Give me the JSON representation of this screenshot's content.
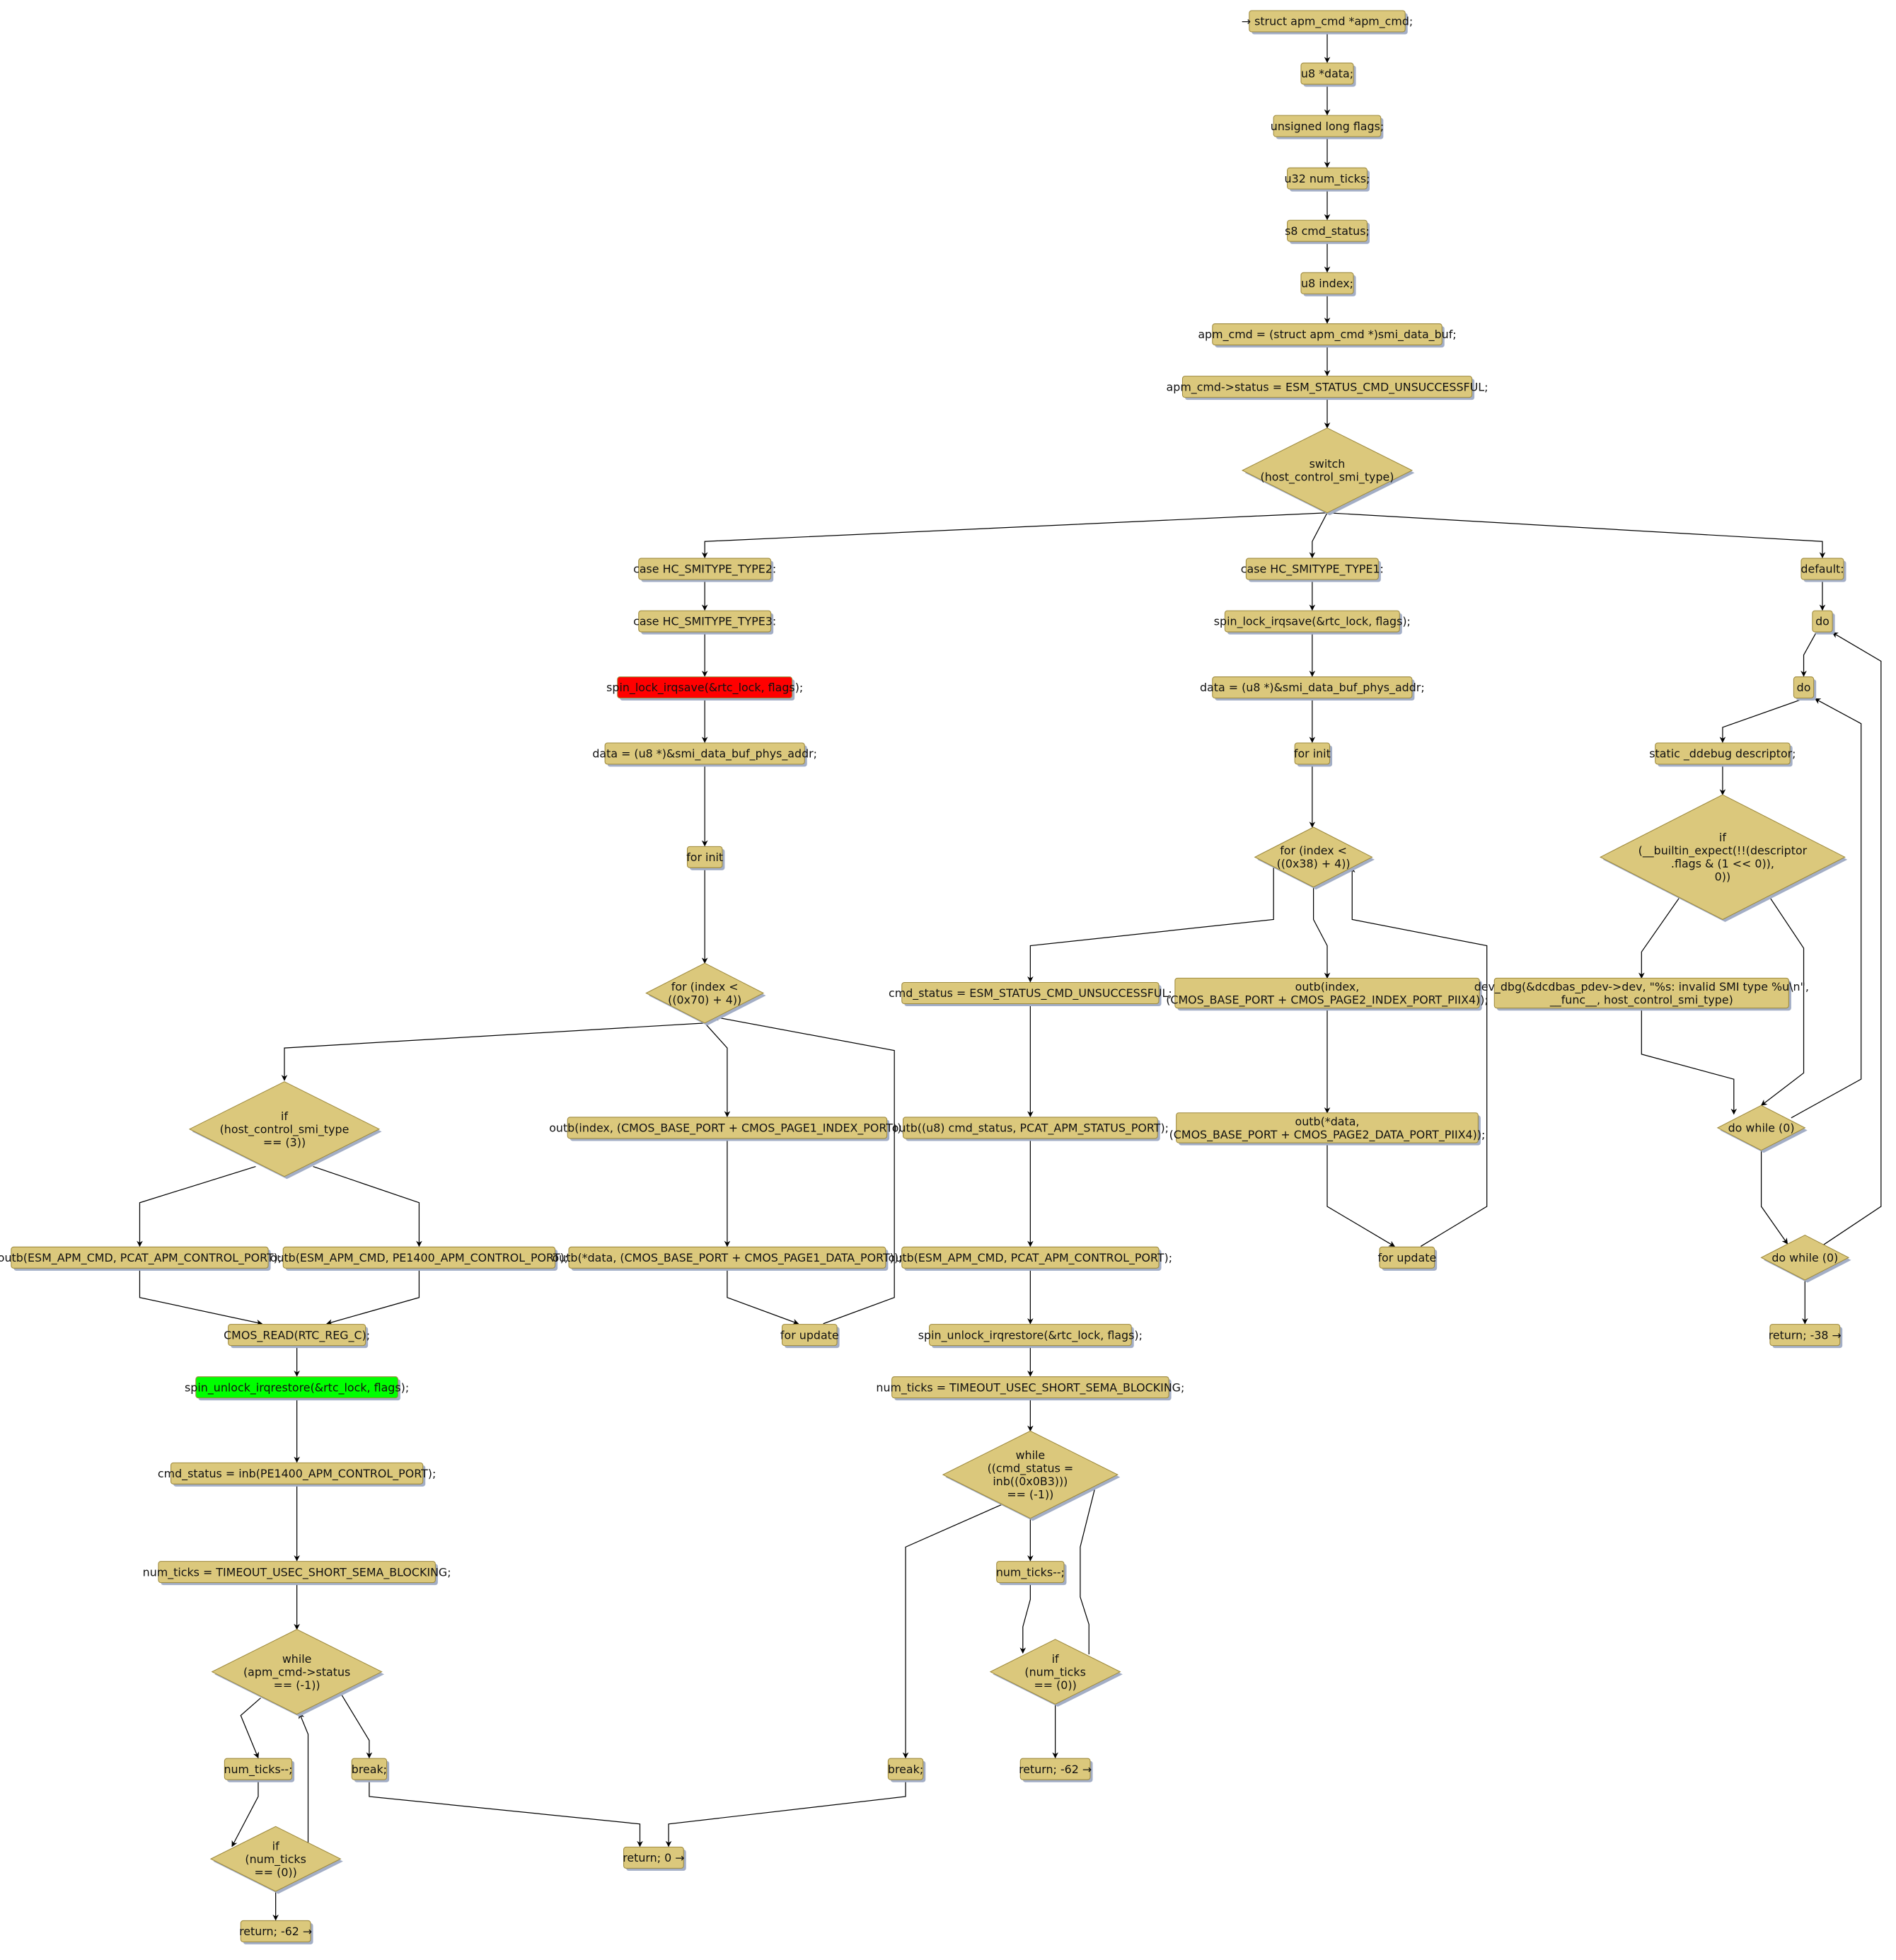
{
  "colors": {
    "node_fill": "#DBC87C",
    "node_stroke": "#9E8A3E",
    "shadow": "#A3AEC6",
    "highlight_red": "#FF0000",
    "highlight_green": "#00FF00"
  },
  "nodes": {
    "n1": [
      "→ struct apm_cmd *apm_cmd;"
    ],
    "n2": [
      "u8 *data;"
    ],
    "n3": [
      "unsigned long flags;"
    ],
    "n4": [
      "u32 num_ticks;"
    ],
    "n5": [
      "s8 cmd_status;"
    ],
    "n6": [
      "u8 index;"
    ],
    "n7": [
      "apm_cmd = (struct apm_cmd *)smi_data_buf;"
    ],
    "n8": [
      "apm_cmd->status = ESM_STATUS_CMD_UNSUCCESSFUL;"
    ],
    "sw": [
      "switch",
      "(host_control_smi_type)"
    ],
    "l1": [
      "case HC_SMITYPE_TYPE2:"
    ],
    "l2": [
      "case HC_SMITYPE_TYPE3:"
    ],
    "l3": [
      "spin_lock_irqsave(&rtc_lock, flags);"
    ],
    "l4": [
      "data = (u8 *)&smi_data_buf_phys_addr;"
    ],
    "l5": [
      "for init"
    ],
    "lfor": [
      "for (index <",
      "((0x70) + 4))"
    ],
    "lif": [
      "if",
      "(host_control_smi_type",
      "== (3))"
    ],
    "lo1": [
      "outb(ESM_APM_CMD, PCAT_APM_CONTROL_PORT);"
    ],
    "lo2": [
      "outb(ESM_APM_CMD, PE1400_APM_CONTROL_PORT);"
    ],
    "lcm": [
      "CMOS_READ(RTC_REG_C);"
    ],
    "lun": [
      "spin_unlock_irqrestore(&rtc_lock, flags);"
    ],
    "lcs": [
      "cmd_status = inb(PE1400_APM_CONTROL_PORT);"
    ],
    "lnt": [
      "num_ticks = TIMEOUT_USEC_SHORT_SEMA_BLOCKING;"
    ],
    "lwh": [
      "while",
      "(apm_cmd->status",
      "== (-1))"
    ],
    "ldec": [
      "num_ticks--;"
    ],
    "lbr": [
      "break;"
    ],
    "lif2": [
      "if",
      "(num_ticks",
      "== (0))"
    ],
    "lret": [
      "return; -62 →"
    ],
    "ret0": [
      "return; 0 →"
    ],
    "lb1": [
      "outb(index, (CMOS_BASE_PORT + CMOS_PAGE1_INDEX_PORT));"
    ],
    "lb2": [
      "outb(*data, (CMOS_BASE_PORT + CMOS_PAGE1_DATA_PORT));"
    ],
    "lupd": [
      "for update"
    ],
    "m1": [
      "case HC_SMITYPE_TYPE1:"
    ],
    "m2": [
      "spin_lock_irqsave(&rtc_lock, flags);"
    ],
    "m3": [
      "data = (u8 *)&smi_data_buf_phys_addr;"
    ],
    "m4": [
      "for init"
    ],
    "mfor": [
      "for (index <",
      "((0x38) + 4))"
    ],
    "mc1": [
      "cmd_status = ESM_STATUS_CMD_UNSUCCESSFUL;"
    ],
    "mc2": [
      "outb((u8) cmd_status, PCAT_APM_STATUS_PORT);"
    ],
    "mc3": [
      "outb(ESM_APM_CMD, PCAT_APM_CONTROL_PORT);"
    ],
    "mc4": [
      "spin_unlock_irqrestore(&rtc_lock, flags);"
    ],
    "mc5": [
      "num_ticks = TIMEOUT_USEC_SHORT_SEMA_BLOCKING;"
    ],
    "mwh": [
      "while",
      "((cmd_status =",
      "inb((0x0B3)))",
      "== (-1))"
    ],
    "mdec": [
      "num_ticks--;"
    ],
    "mif": [
      "if",
      "(num_ticks",
      "== (0))"
    ],
    "mret": [
      "return; -62 →"
    ],
    "mbr": [
      "break;"
    ],
    "mb1": [
      "outb(index,",
      "(CMOS_BASE_PORT + CMOS_PAGE2_INDEX_PORT_PIIX4));"
    ],
    "mb2": [
      "outb(*data,",
      "(CMOS_BASE_PORT + CMOS_PAGE2_DATA_PORT_PIIX4));"
    ],
    "mupd": [
      "for update"
    ],
    "r1": [
      "default:"
    ],
    "r2": [
      "do"
    ],
    "r3": [
      "do"
    ],
    "r4": [
      "static _ddebug descriptor;"
    ],
    "rif": [
      "if",
      "(__builtin_expect(!!(descriptor",
      ".flags & (1 << 0)),",
      "0))"
    ],
    "rdbg": [
      "dev_dbg(&dcdbas_pdev->dev, \"%s: invalid SMI type %u\\n\",",
      "__func__, host_control_smi_type)"
    ],
    "rdw1": [
      "do while (0)"
    ],
    "rdw2": [
      "do while (0)"
    ],
    "rret": [
      "return; -38 →"
    ]
  }
}
